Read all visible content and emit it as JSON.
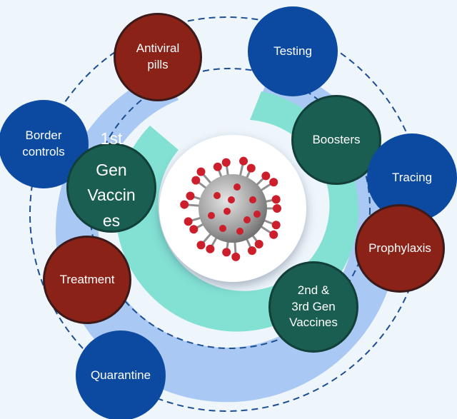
{
  "nodes": {
    "border_controls": "Border\ncontrols",
    "antiviral_pills": "Antiviral\npills",
    "testing": "Testing",
    "boosters": "Boosters",
    "tracing": "Tracing",
    "prophylaxis": "Prophylaxis",
    "second_third_gen": "2nd &\n3rd Gen\nVaccines",
    "treatment": "Treatment",
    "quarantine": "Quarantine",
    "first_gen_overflow": "1st",
    "first_gen": "Gen\nVaccin\nes"
  },
  "colors": {
    "background": "#eef5fb",
    "outer_ring": "#a9c8f4",
    "inner_ring": "#83e1d4",
    "blue_node": "#0c4aa2",
    "red_node": "#8a2218",
    "green_node": "#1a5e52",
    "dashed_line": "#1c4f93",
    "virus_spike": "#cc1f2b"
  },
  "icons": {
    "center": "coronavirus-icon"
  }
}
